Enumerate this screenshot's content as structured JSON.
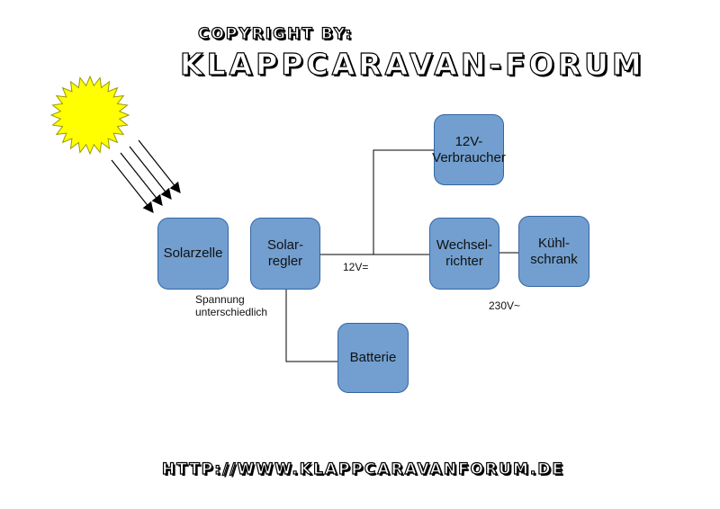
{
  "boxes": {
    "solarzelle": "Solarzelle",
    "solarregler": "Solar-\nregler",
    "verbraucher": "12V-\nVerbraucher",
    "wechselrichter": "Wechsel-\nrichter",
    "kuehlschrank": "Kühl-\nschrank",
    "batterie": "Batterie"
  },
  "labels": {
    "dc": "12V=",
    "ac": "230V~",
    "spannung": "Spannung\nunterschiedlich"
  },
  "watermark": {
    "copyright": "COPYRIGHT BY:",
    "forum": "KLAPPCARAVAN-FORUM",
    "url": "HTTP://WWW.KLAPPCARAVANFORUM.DE"
  },
  "colors": {
    "box_fill": "#729fcf",
    "box_border": "#3465a4",
    "sun": "#ffff00"
  }
}
